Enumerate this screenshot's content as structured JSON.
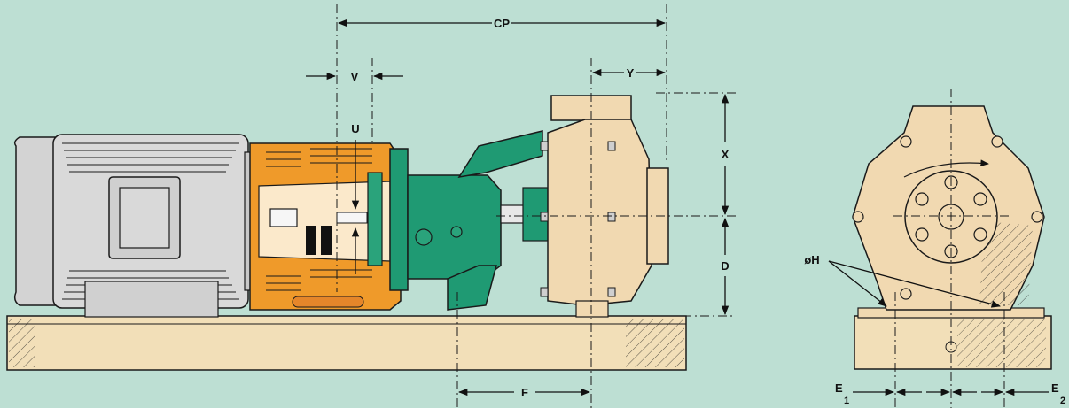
{
  "diagram": {
    "dimension_labels": {
      "cp": "CP",
      "v": "V",
      "u": "U",
      "y": "Y",
      "x": "X",
      "d": "D",
      "f": "F",
      "h": "øH",
      "e1_main": "E",
      "e1_sub": "1",
      "e2_main": "E",
      "e2_sub": "2"
    },
    "colors": {
      "background": "#bddfd3",
      "base": "#f2dfb8",
      "motor": "#d7d7d7",
      "guard": "#ef9a2a",
      "bracket": "#1f9a73",
      "casing": "#f1d9b1",
      "outline": "#1a1a1a"
    }
  }
}
